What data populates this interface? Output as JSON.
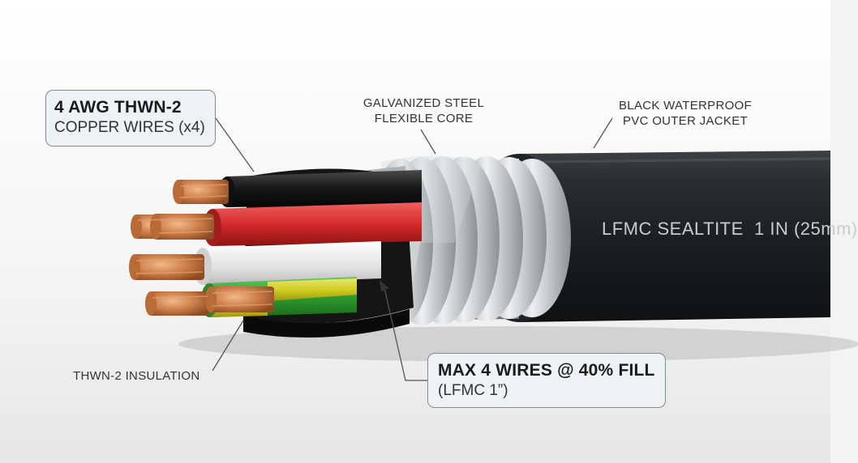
{
  "labels": {
    "awg": {
      "line1": "4 AWG THWN-2",
      "line2": "COPPER WIRES (x4)"
    },
    "steel_core": {
      "line1": "GALVANIZED STEEL",
      "line2": "FLEXIBLE CORE"
    },
    "outer_jacket": {
      "line1": "BLACK WATERPROOF",
      "line2": "PVC OUTER JACKET"
    },
    "insulation": "THWN-2 INSULATION",
    "fill": {
      "line1": "MAX 4 WIRES @ 40% FILL",
      "line2": "(LFMC 1”)"
    }
  },
  "jacket_print": "LFMC SEALTITE  1 IN (25mm)",
  "colors": {
    "background": "#f3f3f3",
    "jacket": "#1f2224",
    "steel": "#b9bec2",
    "copper": "#c97a45",
    "wire_black": "#151515",
    "wire_red": "#d42a2a",
    "wire_white": "#e9e9e9",
    "wire_green": "#3aa83a",
    "wire_yellow": "#e3d51e",
    "label_border": "#7f8c93",
    "label_fill": "#eef2f4"
  }
}
